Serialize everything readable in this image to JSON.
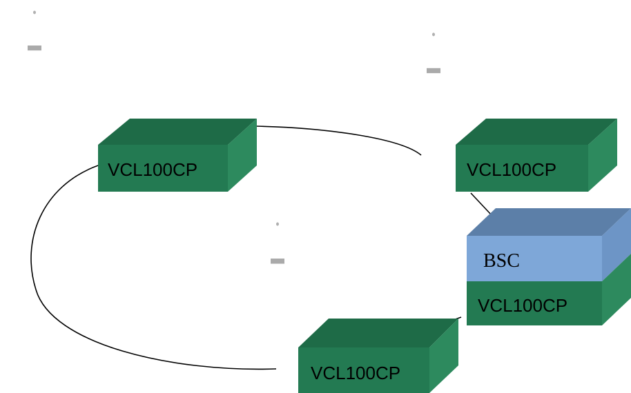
{
  "diagram": {
    "nodes": [
      {
        "id": "node-top-left",
        "label": "VCL100CP"
      },
      {
        "id": "node-top-right",
        "label": "VCL100CP"
      },
      {
        "id": "node-bottom",
        "label": "VCL100CP"
      },
      {
        "id": "node-right",
        "label": "VCL100CP"
      },
      {
        "id": "bsc",
        "label": "BSC"
      }
    ],
    "icons": [
      "radio-tower-icon",
      "radio-tower-icon",
      "radio-tower-icon"
    ],
    "colors": {
      "box_front": "#237a52",
      "box_top": "#1e6b47",
      "box_side": "#2d8a5e",
      "bsc_front": "#7ea7d8",
      "bsc_top": "#5c7fa8",
      "bsc_side": "#6d95c6",
      "ring_line": "#000000",
      "tower": "#9a9a9a"
    }
  }
}
